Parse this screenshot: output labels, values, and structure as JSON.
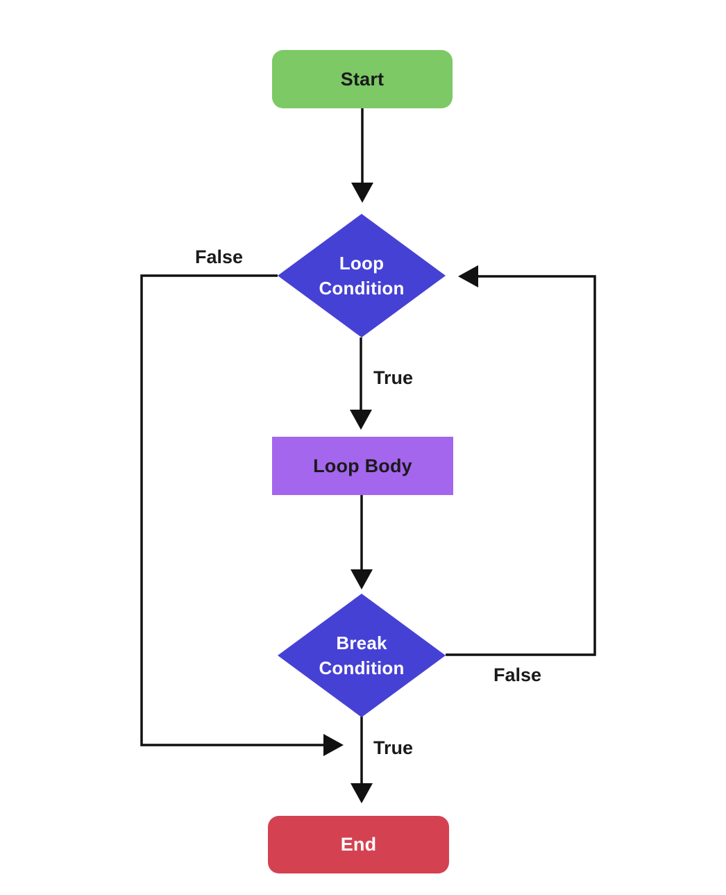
{
  "diagram": {
    "type": "flowchart",
    "background": "#ffffff",
    "stroke_color": "#111111",
    "label_color": "#1a1a1a",
    "nodes": {
      "start": {
        "label": "Start",
        "shape": "terminator",
        "fill": "#7CC966",
        "text_color": "#1a1a1a"
      },
      "loop_condition": {
        "label": "Loop Condition",
        "shape": "decision",
        "fill": "#4641D5",
        "text_color": "#ffffff"
      },
      "loop_body": {
        "label": "Loop Body",
        "shape": "process",
        "fill": "#A466EC",
        "text_color": "#1a1a1a"
      },
      "break_condition": {
        "label": "Break Condition",
        "shape": "decision",
        "fill": "#4641D5",
        "text_color": "#ffffff"
      },
      "end": {
        "label": "End",
        "shape": "terminator",
        "fill": "#D44251",
        "text_color": "#ffffff"
      }
    },
    "edges": [
      {
        "from": "start",
        "to": "loop_condition",
        "label": ""
      },
      {
        "from": "loop_condition",
        "to": "loop_body",
        "label": "True"
      },
      {
        "from": "loop_body",
        "to": "break_condition",
        "label": ""
      },
      {
        "from": "break_condition",
        "to": "end",
        "label": "True"
      },
      {
        "from": "loop_condition",
        "to": "end",
        "label": "False",
        "route": "left-side"
      },
      {
        "from": "break_condition",
        "to": "loop_condition",
        "label": "False",
        "route": "right-side"
      }
    ],
    "labels": {
      "false_left": "False",
      "true_top": "True",
      "false_right": "False",
      "true_bottom": "True"
    }
  }
}
